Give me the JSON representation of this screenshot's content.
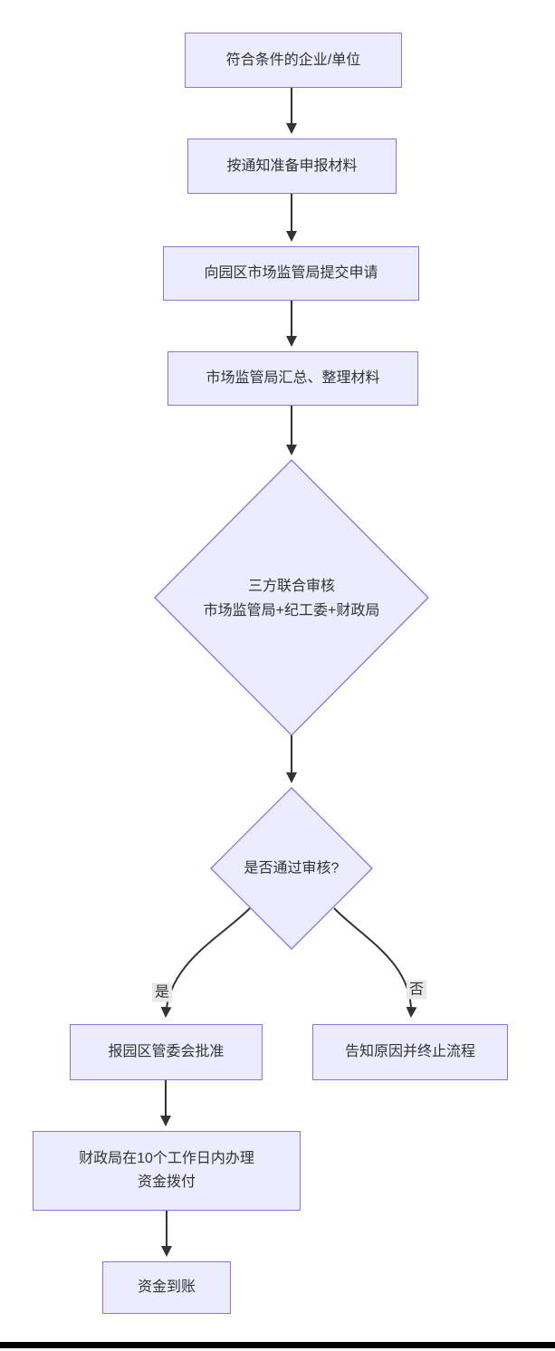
{
  "diagram": {
    "type": "flowchart",
    "direction": "top-down",
    "colors": {
      "node_fill": "#ECECFF",
      "node_border": "#9370DB",
      "edge_stroke": "#333333",
      "edge_label_bg": "#e8e8e8",
      "text": "#333333",
      "bottom_bar": "#000000"
    },
    "nodes": {
      "start": {
        "shape": "rect",
        "label": "符合条件的企业/单位"
      },
      "prepare": {
        "shape": "rect",
        "label": "按通知准备申报材料"
      },
      "submit": {
        "shape": "rect",
        "label": "向园区市场监管局提交申请"
      },
      "collect": {
        "shape": "rect",
        "label": "市场监管局汇总、整理材料"
      },
      "review": {
        "shape": "diamond",
        "label": "三方联合审核\n市场监管局+纪工委+财政局"
      },
      "decision": {
        "shape": "diamond",
        "label": "是否通过审核?"
      },
      "approve": {
        "shape": "rect",
        "label": "报园区管委会批准"
      },
      "reject": {
        "shape": "rect",
        "label": "告知原因并终止流程"
      },
      "transfer": {
        "shape": "rect",
        "label": "财政局在10个工作日内办理\n资金拨付"
      },
      "received": {
        "shape": "rect",
        "label": "资金到账"
      }
    },
    "edge_labels": {
      "yes": "是",
      "no": "否"
    },
    "edges": [
      {
        "from": "start",
        "to": "prepare",
        "label": ""
      },
      {
        "from": "prepare",
        "to": "submit",
        "label": ""
      },
      {
        "from": "submit",
        "to": "collect",
        "label": ""
      },
      {
        "from": "collect",
        "to": "review",
        "label": ""
      },
      {
        "from": "review",
        "to": "decision",
        "label": ""
      },
      {
        "from": "decision",
        "to": "approve",
        "label": "是"
      },
      {
        "from": "decision",
        "to": "reject",
        "label": "否"
      },
      {
        "from": "approve",
        "to": "transfer",
        "label": ""
      },
      {
        "from": "transfer",
        "to": "received",
        "label": ""
      }
    ]
  }
}
